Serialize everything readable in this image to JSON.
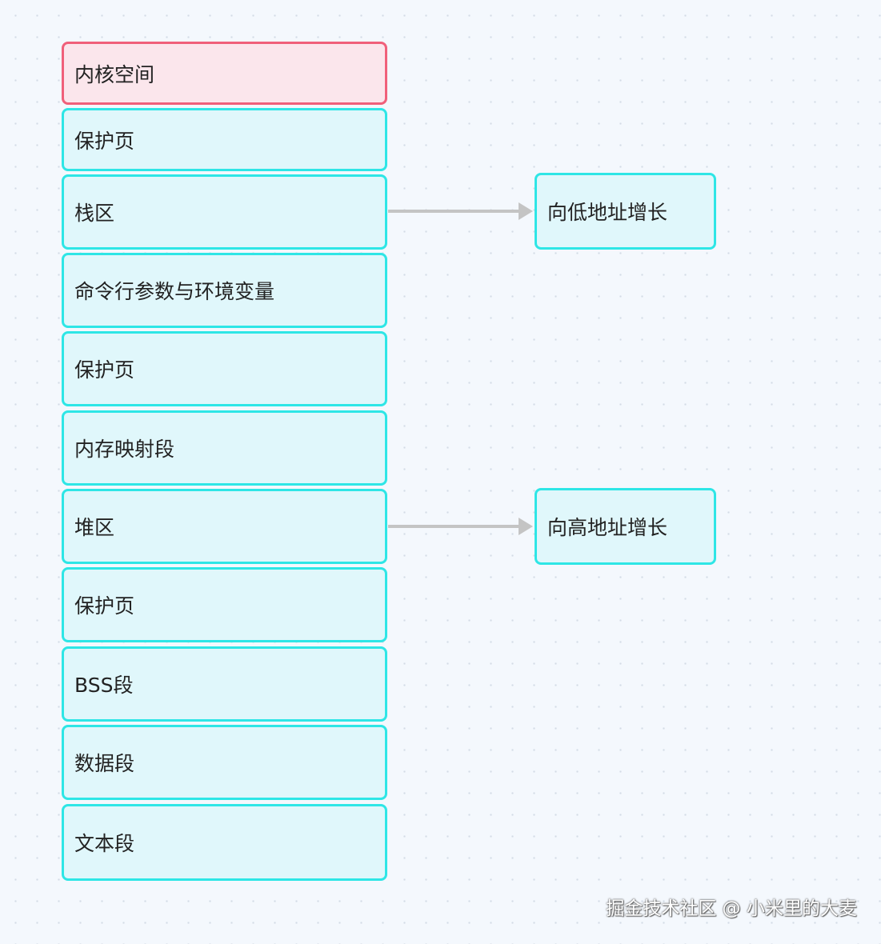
{
  "diagram": {
    "segments": [
      {
        "label": "内核空间",
        "kind": "kernel"
      },
      {
        "label": "保护页",
        "kind": "normal"
      },
      {
        "label": "栈区",
        "kind": "normal"
      },
      {
        "label": "命令行参数与环境变量",
        "kind": "normal"
      },
      {
        "label": "保护页",
        "kind": "normal"
      },
      {
        "label": "内存映射段",
        "kind": "normal"
      },
      {
        "label": "堆区",
        "kind": "normal"
      },
      {
        "label": "保护页",
        "kind": "normal"
      },
      {
        "label": "BSS段",
        "kind": "normal"
      },
      {
        "label": "数据段",
        "kind": "normal"
      },
      {
        "label": "文本段",
        "kind": "normal"
      }
    ],
    "notes": [
      {
        "label": "向低地址增长",
        "from_segment": 2
      },
      {
        "label": "向高地址增长",
        "from_segment": 6
      }
    ],
    "colors": {
      "kernel_border": "#f0607a",
      "kernel_fill": "#fbe6ec",
      "segment_border": "#2ee6e6",
      "segment_fill": "#e0f7fb",
      "arrow": "#c4c4c4"
    }
  },
  "watermark": "掘金技术社区 @ 小米里的大麦"
}
